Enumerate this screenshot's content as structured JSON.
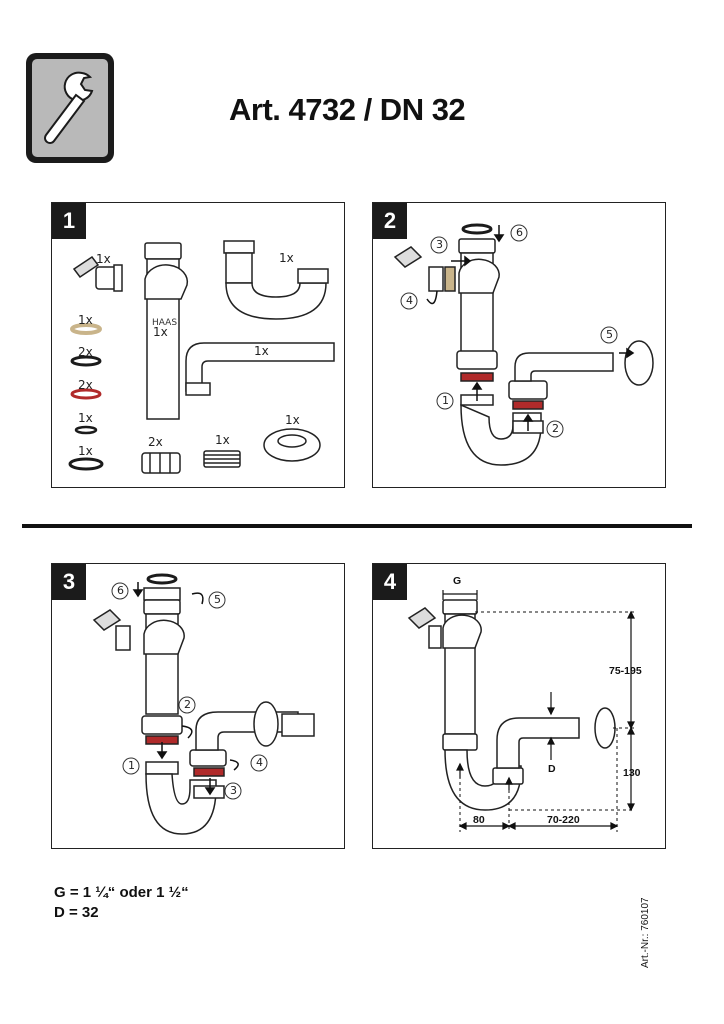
{
  "header": {
    "icon": "wrench-icon",
    "title": "Art. 4732 / DN 32"
  },
  "panel1": {
    "number": "1",
    "parts": {
      "angle_valve": "1x",
      "flat_seal_beige": "1x",
      "ring_black": "2x",
      "ring_red": "2x",
      "ring_thin": "1x",
      "ring_large": "1x",
      "dip_tube": "1x",
      "u_bend": "1x",
      "wall_pipe": "1x",
      "nuts": "2x",
      "thread_ring": "1x",
      "rosette": "1x"
    }
  },
  "panel2": {
    "number": "2",
    "steps": [
      "1",
      "2",
      "3",
      "4",
      "5",
      "6"
    ]
  },
  "panel3": {
    "number": "3",
    "steps": [
      "1",
      "2",
      "3",
      "4",
      "5",
      "6"
    ]
  },
  "panel4": {
    "number": "4",
    "dims": {
      "g": "G",
      "d": "D",
      "height_upper": "75-195",
      "height_lower": "130",
      "width_left": "80",
      "width_right": "70-220"
    }
  },
  "brand": "HAAS",
  "specs": {
    "g_line": "G = 1 ¼“ oder 1 ½“",
    "d_line": "D = 32"
  },
  "art_nr": "Art.-Nr.: 760107",
  "colors": {
    "frame": "#222222",
    "icon_bg": "#b9b9b9",
    "red_seal": "#b02a2a",
    "beige_seal": "#c9b48a"
  }
}
